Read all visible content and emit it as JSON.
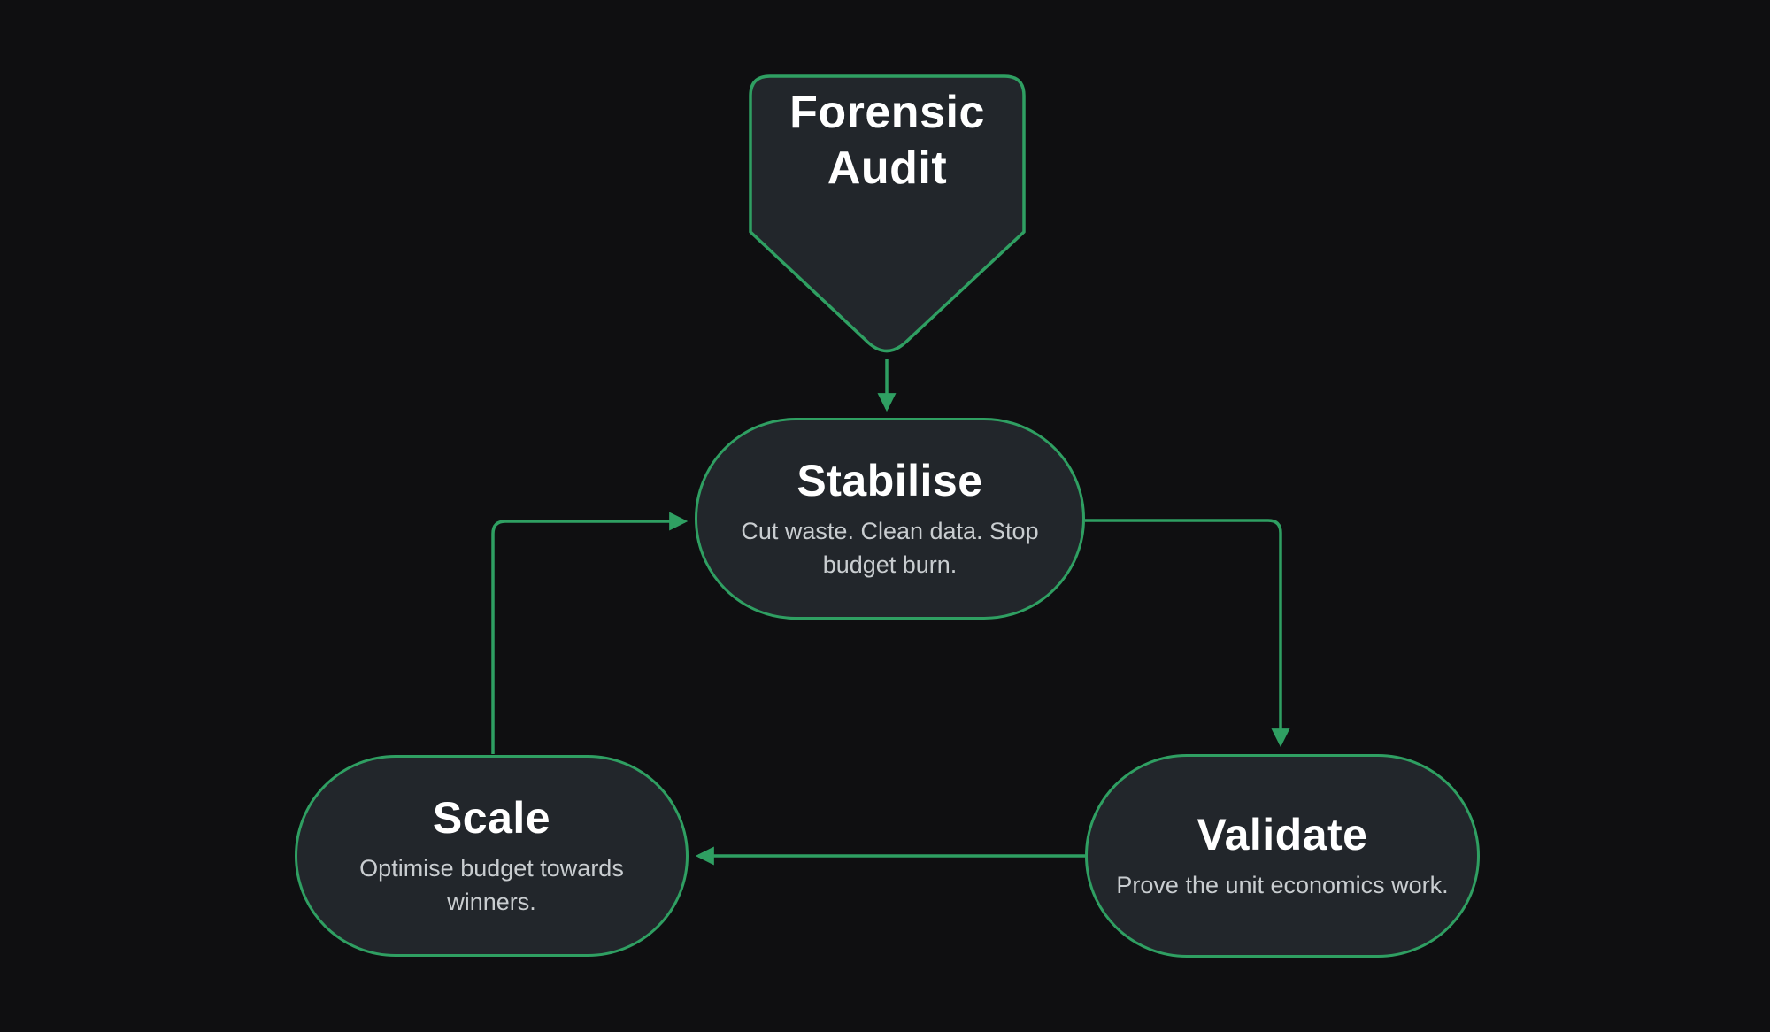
{
  "colors": {
    "background": "#0f0f11",
    "accent": "#2f9f62",
    "node_fill": "#22262b",
    "title": "#ffffff",
    "subtitle": "#c9cdd0"
  },
  "nodes": {
    "forensic_audit": {
      "title": "Forensic Audit"
    },
    "stabilise": {
      "title": "Stabilise",
      "description": "Cut waste. Clean data. Stop budget burn."
    },
    "validate": {
      "title": "Validate",
      "description": "Prove the unit economics work."
    },
    "scale": {
      "title": "Scale",
      "description": "Optimise budget towards winners."
    }
  },
  "edges": [
    {
      "from": "forensic_audit",
      "to": "stabilise"
    },
    {
      "from": "stabilise",
      "to": "validate"
    },
    {
      "from": "validate",
      "to": "scale"
    },
    {
      "from": "scale",
      "to": "stabilise"
    }
  ]
}
